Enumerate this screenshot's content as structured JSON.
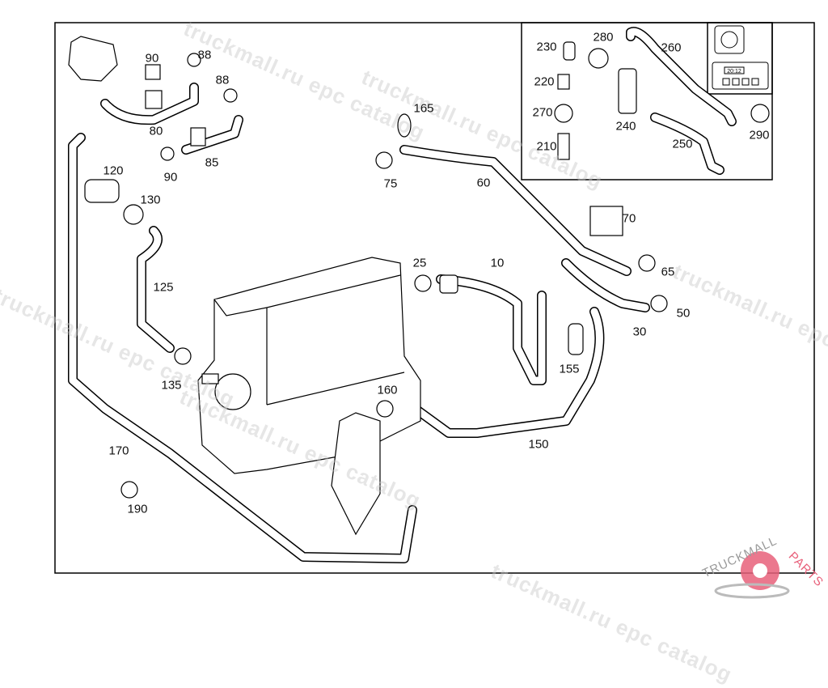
{
  "watermark": "truckmall.ru epc catalog",
  "logo": {
    "text_left": "TRUCKMALL",
    "text_right": "PARTS",
    "colors": {
      "gray": "#9a9a9a",
      "pink": "#e8607a"
    }
  },
  "inset_display": "20:12",
  "parts": [
    {
      "id": "88a",
      "label": "88"
    },
    {
      "id": "90a",
      "label": "90"
    },
    {
      "id": "88b",
      "label": "88"
    },
    {
      "id": "80",
      "label": "80"
    },
    {
      "id": "85",
      "label": "85"
    },
    {
      "id": "90b",
      "label": "90"
    },
    {
      "id": "120",
      "label": "120"
    },
    {
      "id": "130",
      "label": "130"
    },
    {
      "id": "125",
      "label": "125"
    },
    {
      "id": "135",
      "label": "135"
    },
    {
      "id": "170",
      "label": "170"
    },
    {
      "id": "190",
      "label": "190"
    },
    {
      "id": "165",
      "label": "165"
    },
    {
      "id": "75",
      "label": "75"
    },
    {
      "id": "60",
      "label": "60"
    },
    {
      "id": "70",
      "label": "70"
    },
    {
      "id": "25",
      "label": "25"
    },
    {
      "id": "10",
      "label": "10"
    },
    {
      "id": "65",
      "label": "65"
    },
    {
      "id": "50",
      "label": "50"
    },
    {
      "id": "30",
      "label": "30"
    },
    {
      "id": "155",
      "label": "155"
    },
    {
      "id": "160",
      "label": "160"
    },
    {
      "id": "150",
      "label": "150"
    },
    {
      "id": "230",
      "label": "230"
    },
    {
      "id": "280",
      "label": "280"
    },
    {
      "id": "260",
      "label": "260"
    },
    {
      "id": "220",
      "label": "220"
    },
    {
      "id": "270",
      "label": "270"
    },
    {
      "id": "240",
      "label": "240"
    },
    {
      "id": "250",
      "label": "250"
    },
    {
      "id": "210",
      "label": "210"
    },
    {
      "id": "290",
      "label": "290"
    }
  ]
}
